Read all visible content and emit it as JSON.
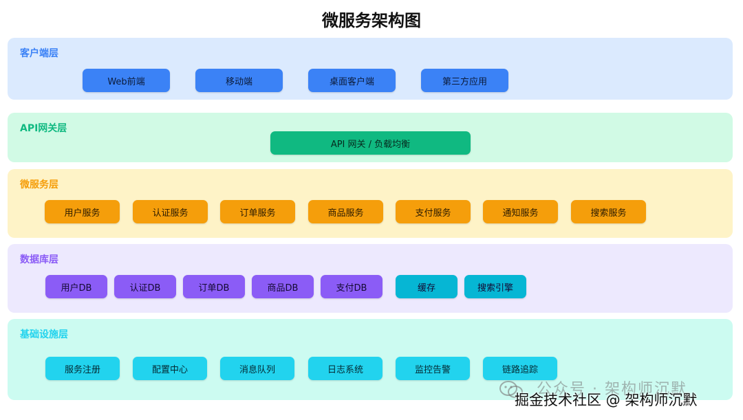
{
  "title": "微服务架构图",
  "layers": {
    "client": {
      "title": "客户端层",
      "bg": "#dbeafe",
      "title_color": "#3b82f6",
      "box_color": "#3b82f6",
      "box_text_color": "#0b1b3a",
      "items": [
        "Web前端",
        "移动端",
        "桌面客户端",
        "第三方应用"
      ]
    },
    "gateway": {
      "title": "API网关层",
      "bg": "#d1fae5",
      "title_color": "#10b981",
      "box_color": "#10b981",
      "box_text_color": "#062a1e",
      "items": [
        "API 网关 / 负载均衡"
      ]
    },
    "services": {
      "title": "微服务层",
      "bg": "#fef3c7",
      "title_color": "#f59e0b",
      "box_color": "#f59e0b",
      "box_text_color": "#2a1a00",
      "items": [
        "用户服务",
        "认证服务",
        "订单服务",
        "商品服务",
        "支付服务",
        "通知服务",
        "搜索服务"
      ]
    },
    "database": {
      "title": "数据库层",
      "bg": "#ede9fe",
      "title_color": "#8b5cf6",
      "box_color": "#8b5cf6",
      "box_text_color": "#140a33",
      "cache_color": "#06b6d4",
      "items": [
        "用户DB",
        "认证DB",
        "订单DB",
        "商品DB",
        "支付DB"
      ],
      "cache_items": [
        "缓存",
        "搜索引擎"
      ]
    },
    "infra": {
      "title": "基础设施层",
      "bg": "#ccfbf1",
      "title_color": "#22d3ee",
      "box_color": "#22d3ee",
      "box_text_color": "#042a33",
      "items": [
        "服务注册",
        "配置中心",
        "消息队列",
        "日志系统",
        "监控告警",
        "链路追踪"
      ]
    }
  },
  "watermark": {
    "line1": "公众号 · 架构师沉默",
    "line2": "掘金技术社区 @ 架构师沉默"
  }
}
